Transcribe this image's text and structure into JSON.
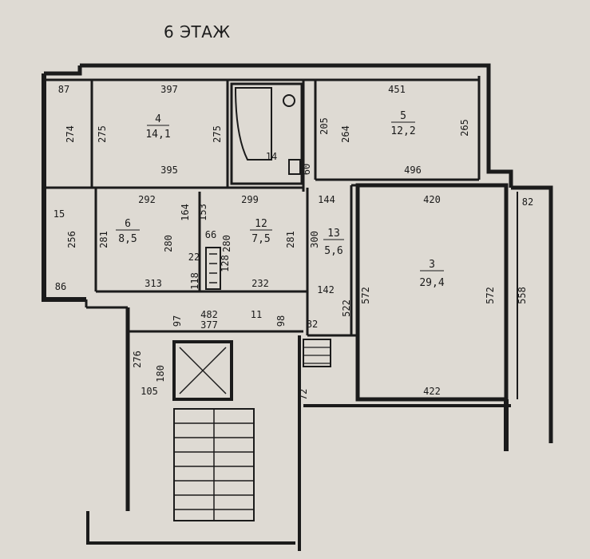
{
  "header": {
    "title": "6 ЭТАЖ"
  },
  "rooms": [
    {
      "id": "4",
      "area": "14,1"
    },
    {
      "id": "5",
      "area": "12,2"
    },
    {
      "id": "6",
      "area": "8,5"
    },
    {
      "id": "12",
      "area": "7,5"
    },
    {
      "id": "13",
      "area": "5,6"
    },
    {
      "id": "3",
      "area": "29,4"
    }
  ],
  "dimensions": [
    "87",
    "397",
    "451",
    "274",
    "275",
    "275",
    "14",
    "205",
    "264",
    "265",
    "60",
    "395",
    "496",
    "292",
    "299",
    "144",
    "420",
    "82",
    "15",
    "164",
    "153",
    "66",
    "256",
    "281",
    "280",
    "280",
    "281",
    "300",
    "572",
    "572",
    "558",
    "22",
    "118",
    "128",
    "86",
    "313",
    "232",
    "142",
    "522",
    "97",
    "482",
    "11",
    "98",
    "377",
    "82",
    "276",
    "180",
    "105",
    "72",
    "422"
  ],
  "colors": {
    "line": "#1b1b1b",
    "paper": "#dedad3",
    "text": "#1a1a1a"
  }
}
